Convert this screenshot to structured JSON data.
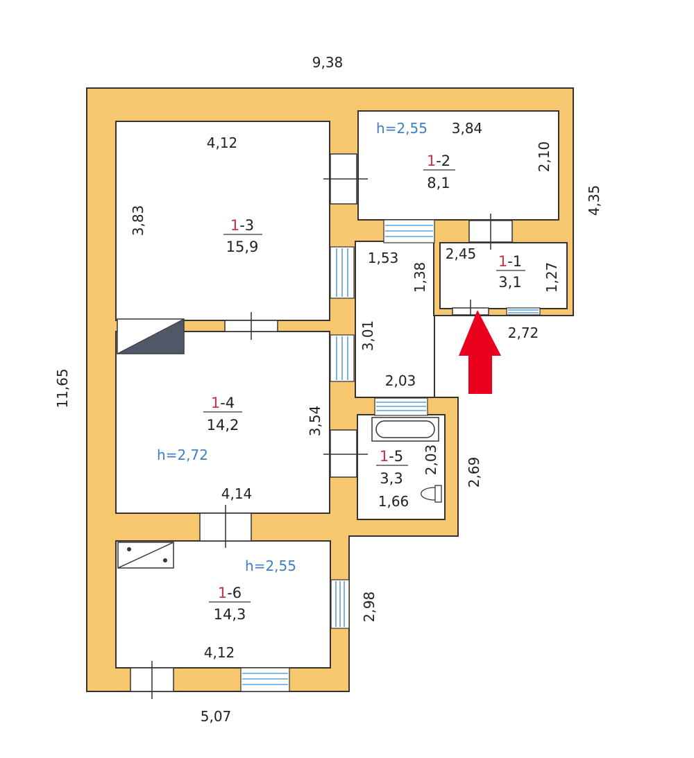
{
  "overall": {
    "width_top": "9,38",
    "height_left": "11,65",
    "height_right": "4,35",
    "width_bottom": "5,07"
  },
  "rooms": [
    {
      "id_prefix": "1",
      "id_suffix": "-3",
      "area": "15,9",
      "dims": {
        "top": "4,12",
        "side": "3,83"
      }
    },
    {
      "id_prefix": "1",
      "id_suffix": "-2",
      "area": "8,1",
      "height": "h=2,55",
      "dims": {
        "top": "3,84",
        "side": "2,10"
      }
    },
    {
      "id_prefix": "1",
      "id_suffix": "-1",
      "area": "3,1",
      "dims": {
        "top": "2,45",
        "side": "1,27",
        "bottom": "2,72"
      }
    },
    {
      "id_prefix": "1",
      "id_suffix": "-4",
      "area": "14,2",
      "height": "h=2,72",
      "dims": {
        "bottom": "4,14",
        "side": "3,54"
      }
    },
    {
      "id_prefix": "1",
      "id_suffix": "-5",
      "area": "3,3",
      "dims": {
        "inner": "2,03",
        "bottom": "1,66",
        "outer_side": "2,69"
      }
    },
    {
      "id_prefix": "1",
      "id_suffix": "-6",
      "area": "14,3",
      "height": "h=2,55",
      "dims": {
        "bottom": "4,12",
        "side": "2,98"
      }
    }
  ],
  "corridor": {
    "width_top": "1,53",
    "side_small": "1,38",
    "side": "3,01",
    "bottom": "2,03"
  },
  "colors": {
    "wall": "#f7c770",
    "outline": "#333333",
    "window": "#5aa0d8",
    "height_text": "#3f7fc0",
    "id_accent": "#c8304a",
    "arrow": "#e8001c",
    "stair": "#505868"
  },
  "icons": [
    "entrance-arrow-icon",
    "bathtub-icon",
    "toilet-icon",
    "staircase-icon",
    "stove-icon"
  ]
}
